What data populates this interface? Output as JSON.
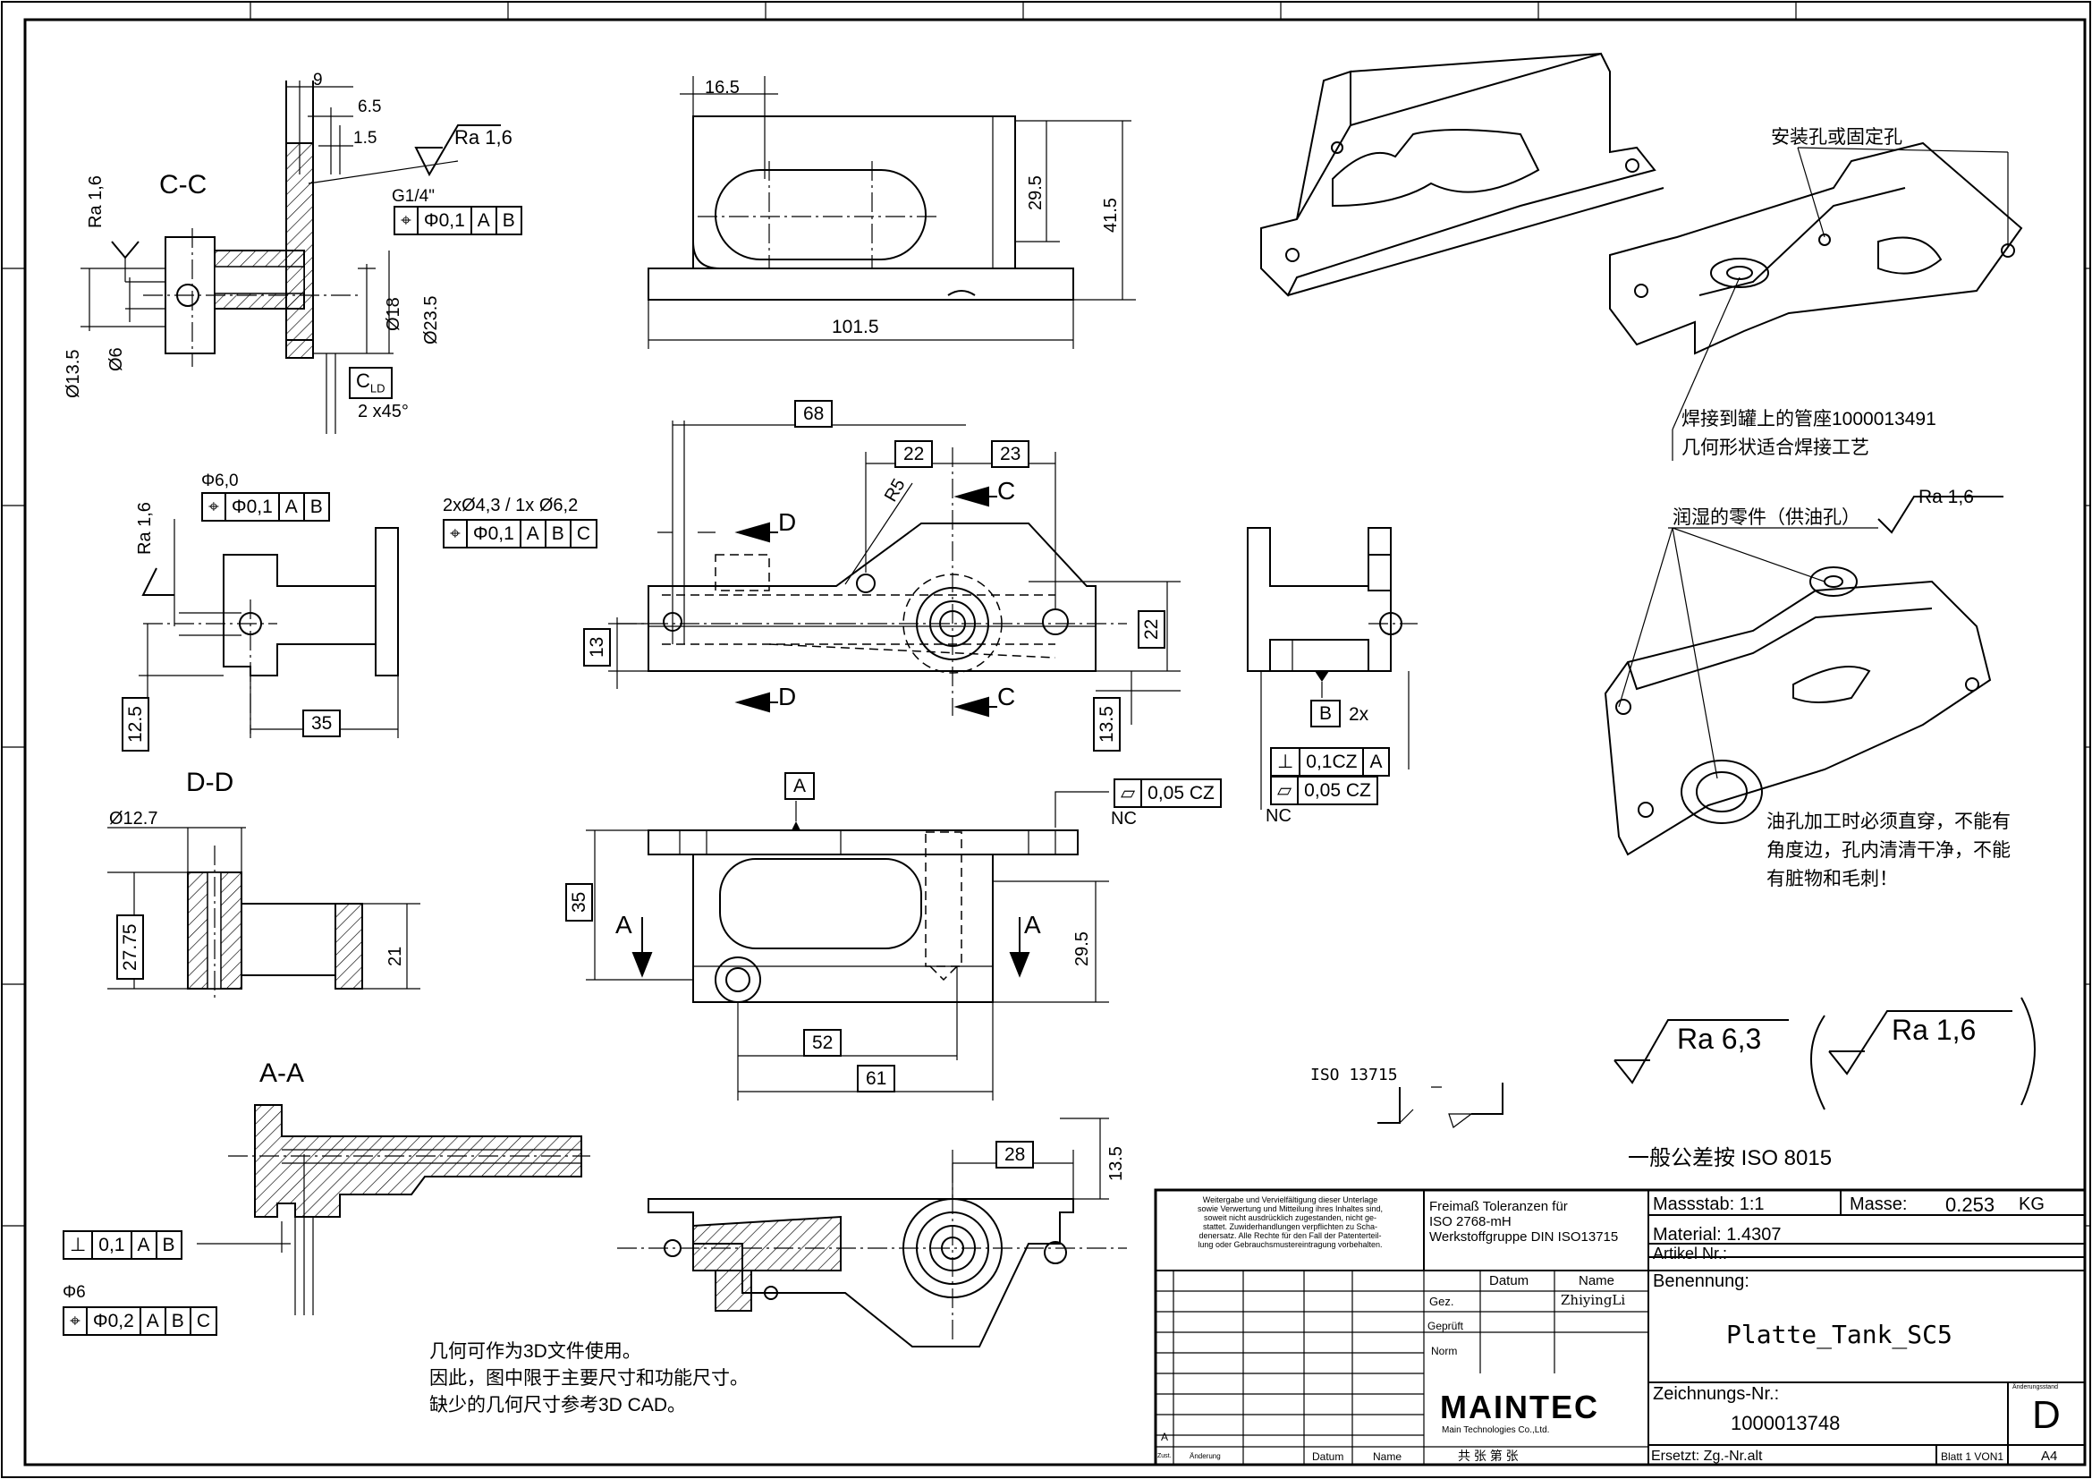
{
  "views": {
    "cc": {
      "title": "C-C",
      "dims": {
        "w9": "9",
        "w65": "6.5",
        "w15": "1.5",
        "d135": "Ø13.5",
        "d6": "Ø6",
        "d18": "Ø18",
        "d235": "Ø23.5",
        "chamfer": "2 x45°"
      },
      "thread": "G1/4\"",
      "ra": "Ra 1,6",
      "ra_left": "Ra 1,6",
      "datum_c": "C",
      "datum_c_sub": "LD",
      "fcf": [
        "⌖",
        "Φ0,1",
        "A",
        "B"
      ]
    },
    "dd": {
      "title": "D-D",
      "dims": {
        "d127": "Ø12.7",
        "h2775": "27.75",
        "h21": "21"
      }
    },
    "aa": {
      "title": "A-A",
      "fcf1": [
        "⊥",
        "0,1",
        "A",
        "B"
      ],
      "phi6": "Φ6",
      "fcf2": [
        "⌖",
        "Φ0,2",
        "A",
        "B",
        "C"
      ]
    },
    "top": {
      "dims": {
        "w165": "16.5",
        "h295": "29.5",
        "h415": "41.5",
        "w1015": "101.5"
      }
    },
    "front": {
      "dims": {
        "w68": "68",
        "w22": "22",
        "w23": "23",
        "r5": "R5",
        "h13": "13",
        "h22": "22",
        "h135": "13.5"
      },
      "hole_note": "2xØ4,3 / 1x Ø6,2",
      "fcf": [
        "⌖",
        "Φ0,1",
        "A",
        "B",
        "C"
      ],
      "sec_d": "D",
      "sec_c": "C"
    },
    "left": {
      "phi": "Φ6,0",
      "fcf": [
        "⌖",
        "Φ0,1",
        "A",
        "B"
      ],
      "ra": "Ra 1,6",
      "dims": {
        "h125": "12.5",
        "w35": "35"
      }
    },
    "right": {
      "datum_b": "B",
      "datum_b_count": "2x",
      "fcf1": [
        "⊥",
        "0,1CZ",
        "A"
      ],
      "fcf2": [
        "⏥",
        "0,05 CZ"
      ],
      "nc": "NC"
    },
    "bottom": {
      "datum_a": "A",
      "flat": [
        "⏥",
        "0,05 CZ"
      ],
      "nc": "NC",
      "dims": {
        "h35": "35",
        "h295": "29.5",
        "w52": "52",
        "w61": "61"
      },
      "sec_a": "A"
    },
    "lower": {
      "dims": {
        "w28": "28",
        "h135": "13.5"
      }
    }
  },
  "notes": {
    "mount": "安装孔或固定孔",
    "weld1": "焊接到罐上的管座1000013491",
    "weld2": "几何形状适合焊接工艺",
    "wet": "润湿的零件（供油孔）",
    "wet_ra": "Ra 1,6",
    "oil1": "油孔加工时必须直穿，不能有",
    "oil2": "角度边，孔内清清干净，不能",
    "oil3": "有脏物和毛刺！",
    "ra63": "Ra 6,3",
    "ra16": "Ra 1,6",
    "iso13715": "ISO 13715",
    "tol": "一般公差按 ISO 8015",
    "geo1": "几何可作为3D文件使用。",
    "geo2": "因此，图中限于主要尺寸和功能尺寸。",
    "geo3": "缺少的几何尺寸参考3D CAD。"
  },
  "title_block": {
    "legal": [
      "Weitergabe und Vervielfältigung dieser Unterlage",
      "sowie Verwertung und Mitteilung ihres Inhaltes sind,",
      "soweit nicht ausdrücklich zugestanden, nicht ge-",
      "stattet. Zuwiderhandlungen verpflichten zu Scha-",
      "denersatz. Alle Rechte für den Fall der Patenterteil-",
      "lung oder Gebrauchsmustereintragung vorbehalten."
    ],
    "tolerances": [
      "Freimaß Toleranzen für",
      "ISO 2768-mH",
      "Werkstoffgruppe DIN ISO13715"
    ],
    "scale_label": "Massstab:",
    "scale": "1:1",
    "mass_label": "Masse:",
    "mass": "0.253",
    "mass_unit": "KG",
    "material_label": "Material:",
    "material": "1.4307",
    "article_label": "Artikel Nr.:",
    "name_label": "Benennung:",
    "name": "Platte_Tank_SC5",
    "date_label": "Datum",
    "name_col": "Name",
    "drawn_label": "Gez.",
    "drawn_by": "ZhiyingLi",
    "checked_label": "Geprüft",
    "norm_label": "Norm",
    "company": "MAINTEC",
    "company_sub": "Main Technologies Co.,Ltd.",
    "dwg_label": "Zeichnungs-Nr.:",
    "dwg_no": "1000013748",
    "rev_label": "Änderungsstand",
    "rev": "D",
    "rev_row": "A",
    "col_zust": "Zust.",
    "col_aend": "Änderung",
    "col_datum": "Datum",
    "col_name": "Name",
    "sheets": "共   张   第   张",
    "replaces": "Ersetzt: Zg.-Nr.alt",
    "sheet_no": "Blatt 1 VON1",
    "format": "A4"
  }
}
